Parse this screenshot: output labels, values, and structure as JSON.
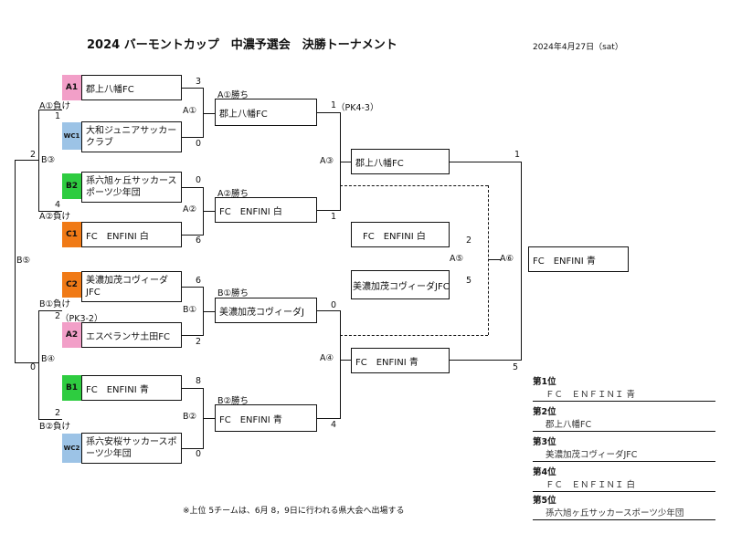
{
  "title": "2024 バーモントカップ　中濃予選会　決勝トーナメント",
  "date": "2024年4月27日（sat）",
  "seeds": {
    "a1": "A1",
    "wc1": "WC1",
    "b2": "B2",
    "c1": "C1",
    "c2": "C2",
    "a2": "A2",
    "b1": "B1",
    "wc2": "WC2"
  },
  "colors": {
    "a_seed": "#f29fc8",
    "wc_seed": "#9cc3e6",
    "b_seed": "#2ecc40",
    "c_seed": "#f07a16"
  },
  "r1_teams": {
    "a1": "郡上八幡FC",
    "wc1": "大和ジュニアサッカークラブ",
    "b2": "孫六旭ヶ丘サッカースポーツ少年団",
    "c1": "FC　ENFINI 白",
    "c2": "美濃加茂コヴィーダJFC",
    "a2": "エスペランサ土田FC",
    "b1": "FC　ENFINI 青",
    "wc2": "孫六安桜サッカースポーツ少年団"
  },
  "r1_scores": {
    "a1": "3",
    "wc1": "0",
    "b2": "0",
    "c1": "6",
    "c2": "6",
    "a2": "2",
    "b1": "8",
    "wc2": "0"
  },
  "r1_match_labels": {
    "m1": "A①",
    "m2": "A②",
    "m3": "B①",
    "m4": "B②"
  },
  "r2_labels": {
    "a1": "A①勝ち",
    "a2": "A②勝ち",
    "b1": "B①勝ち",
    "b2": "B②勝ち"
  },
  "r2_teams": {
    "a1": "郡上八幡FC",
    "a2": "FC　ENFINI 白",
    "b1": "美濃加茂コヴィーダJ",
    "b2": "FC　ENFINI 青"
  },
  "r2_scores": {
    "a1": "1",
    "a1_pk": "（PK4-3）",
    "a2": "1",
    "b1": "0",
    "b2": "4"
  },
  "r2_match_labels": {
    "a3": "A③",
    "a4": "A④"
  },
  "semi_teams": {
    "top": "郡上八幡FC",
    "bottom": "FC　ENFINI 青"
  },
  "semi_scores": {
    "top": "1",
    "bottom": "5"
  },
  "third": {
    "label": "A⑤",
    "team1": "FC　ENFINI 白",
    "team2": "美濃加茂コヴィーダJFC",
    "score1": "2",
    "score2": "5"
  },
  "final": {
    "label": "A⑥",
    "team": "FC　ENFINI 青"
  },
  "loser": {
    "a1_lose": "A①負け",
    "a2_lose": "A②負け",
    "b1_lose": "B①負け",
    "b2_lose": "B②負け",
    "b3": "B③",
    "b4": "B④",
    "b5": "B⑤",
    "b3_top": "1",
    "b3_bottom": "4",
    "b4_top": "2",
    "b4_pk": "（PK3-2）",
    "b4_bottom": "2",
    "b5_top": "2",
    "b5_bottom": "0"
  },
  "ranking": [
    {
      "title": "第1位",
      "team": "ＦＣ　ＥＮＦＩＮＩ 青"
    },
    {
      "title": "第2位",
      "team": "郡上八幡FC"
    },
    {
      "title": "第3位",
      "team": "美濃加茂コヴィーダJFC"
    },
    {
      "title": "第4位",
      "team": "ＦＣ　ＥＮＦＩＮＩ 白"
    },
    {
      "title": "第5位",
      "team": "孫六旭ヶ丘サッカースポーツ少年団"
    }
  ],
  "note": "※上位 5チームは、6月 8，9日に行われる県大会へ出場する"
}
